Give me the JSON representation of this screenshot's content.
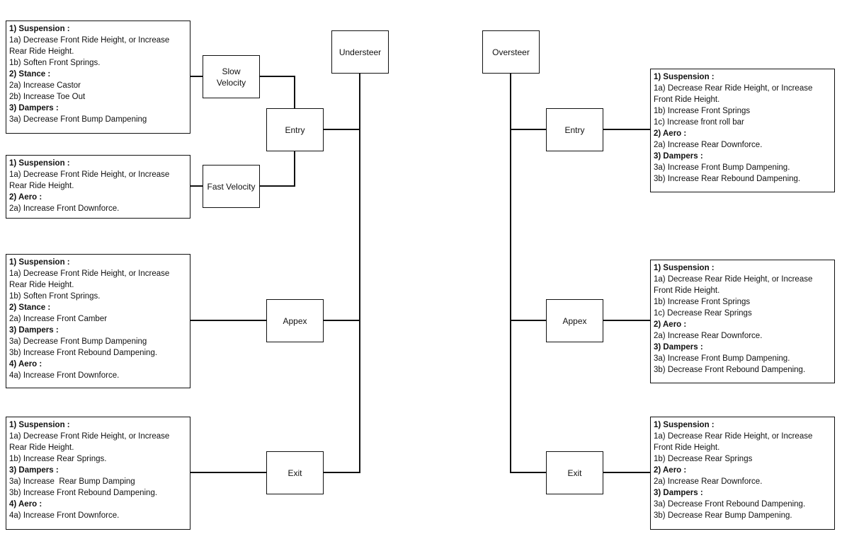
{
  "understeer": {
    "title": "Understeer",
    "entry": "Entry",
    "slow": "Slow Velocity",
    "fast": "Fast Velocity",
    "apex": "Appex",
    "exit": "Exit",
    "slow_box": {
      "h1": "1) Suspension :",
      "l1": "1a) Decrease Front Ride Height, or Increase Rear Ride Height.",
      "l2": "1b) Soften Front Springs.",
      "h2": "2) Stance :",
      "l3": "2a) Increase Castor",
      "l4": "2b) Increase Toe Out",
      "h3": "3) Dampers :",
      "l5": "3a) Decrease Front Bump Dampening"
    },
    "fast_box": {
      "h1": "1) Suspension :",
      "l1": "1a) Decrease Front Ride Height, or Increase Rear Ride Height.",
      "h2": "2) Aero :",
      "l2": "2a) Increase Front Downforce."
    },
    "apex_box": {
      "h1": "1) Suspension :",
      "l1": "1a) Decrease Front Ride Height, or Increase Rear Ride Height.",
      "l2": "1b) Soften Front Springs.",
      "h2": "2) Stance :",
      "l3": "2a) Increase Front Camber",
      "h3": "3) Dampers :",
      "l4": "3a) Decrease Front Bump Dampening",
      "l5": "3b) Increase Front Rebound Dampening.",
      "h4": "4) Aero :",
      "l6": "4a) Increase Front Downforce."
    },
    "exit_box": {
      "h1": "1) Suspension :",
      "l1": "1a) Decrease Front Ride Height, or Increase Rear Ride Height.",
      "l2": "1b) Increase Rear Springs.",
      "h2": "3) Dampers :",
      "l3": "3a) Increase  Rear Bump Damping",
      "l4": "3b) Increase Front Rebound Dampening.",
      "h3": "4) Aero :",
      "l5": "4a) Increase Front Downforce."
    }
  },
  "oversteer": {
    "title": "Oversteer",
    "entry": "Entry",
    "apex": "Appex",
    "exit": "Exit",
    "entry_box": {
      "h1": "1) Suspension :",
      "l1": "1a) Decrease Rear Ride Height, or Increase Front Ride Height.",
      "l2": "1b) Increase Front Springs",
      "l3": "1c) Increase front roll bar",
      "h2": "2) Aero :",
      "l4": "2a) Increase Rear Downforce.",
      "h3": "3) Dampers :",
      "l5": "3a) Increase Front Bump Dampening.",
      "l6": "3b) Increase Rear Rebound Dampening."
    },
    "apex_box": {
      "h1": "1) Suspension :",
      "l1": "1a) Decrease Rear Ride Height, or Increase Front Ride Height.",
      "l2": "1b) Increase Front Springs",
      "l3": "1c) Decrease Rear Springs",
      "h2": "2) Aero :",
      "l4": "2a) Increase Rear Downforce.",
      "h3": "3) Dampers :",
      "l5": "3a) Increase Front Bump Dampening.",
      "l6": "3b) Decrease Front Rebound Dampening."
    },
    "exit_box": {
      "h1": "1) Suspension :",
      "l1": "1a) Decrease Rear Ride Height, or Increase Front Ride Height.",
      "l2": "1b) Decrease Rear Springs",
      "h2": "2) Aero :",
      "l3": "2a) Increase Rear Downforce.",
      "h3": "3) Dampers :",
      "l4": "3a) Decrease Front Rebound Dampening.",
      "l5": "3b) Decrease Rear Bump Dampening."
    }
  }
}
